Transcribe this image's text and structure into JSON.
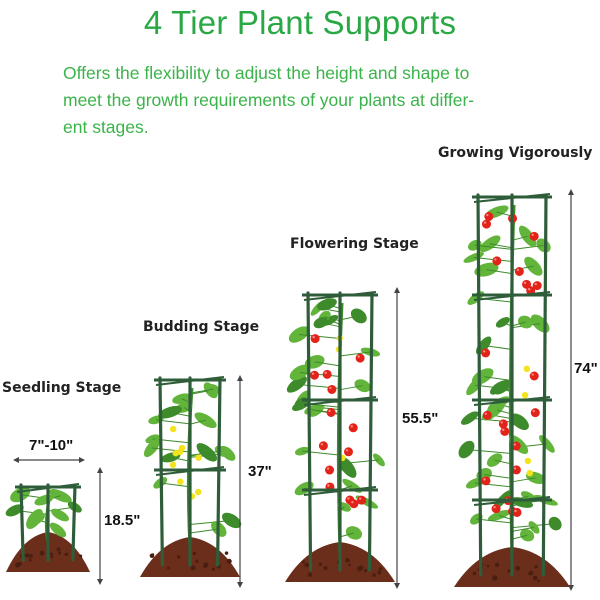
{
  "header": {
    "title": "4 Tier Plant Supports",
    "subtitle_lines": [
      "Offers the flexibility to adjust the height and shape to",
      "meet the growth requirements of your plants at differ-",
      "ent stages."
    ]
  },
  "stages": [
    {
      "label": "Seedling Stage",
      "height_label": "18.5\"",
      "width_label": "7\"-10\""
    },
    {
      "label": "Budding Stage",
      "height_label": "37\""
    },
    {
      "label": "Flowering Stage",
      "height_label": "55.5\""
    },
    {
      "label": "Growing Vigorously",
      "height_label": "74\""
    }
  ],
  "colors": {
    "title": "#2aa845",
    "subtitle": "#3bb34a",
    "stake": "#2f5d3a",
    "leaf": "#62b53a",
    "leaf_dark": "#3d8b2a",
    "tomato": "#e2231a",
    "flower": "#f2e31c",
    "soil": "#6b2e1a",
    "dimension_line": "#444444"
  }
}
